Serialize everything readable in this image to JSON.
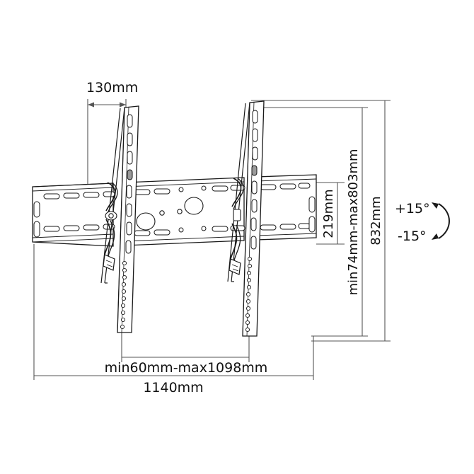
{
  "drawing": {
    "title": "TV wall mount tilting bracket technical drawing",
    "background_color": "#ffffff",
    "line_color": "#1a1a1a",
    "dimension_line_color": "#555555"
  },
  "dimensions": {
    "depth": {
      "label": "130mm",
      "position": "top-left",
      "measures": "bracket depth from wall"
    },
    "rail_height": {
      "label": "219mm",
      "position": "right-inner",
      "orientation": "vertical",
      "measures": "horizontal rail height"
    },
    "vesa_vertical": {
      "label": "min74mm-max803mm",
      "position": "right-middle",
      "orientation": "vertical",
      "measures": "adjustable vertical mounting range"
    },
    "overall_height": {
      "label": "832mm",
      "position": "right-outer",
      "orientation": "vertical",
      "measures": "overall bracket height"
    },
    "vesa_horizontal": {
      "label": "min60mm-max1098mm",
      "position": "bottom-inner",
      "orientation": "horizontal",
      "measures": "adjustable horizontal mounting range"
    },
    "overall_width": {
      "label": "1140mm",
      "position": "bottom-outer",
      "orientation": "horizontal",
      "measures": "overall bracket width"
    }
  },
  "tilt": {
    "up_label": "+15°",
    "down_label": "-15°",
    "arrow": "double-headed-curved-arrow"
  }
}
